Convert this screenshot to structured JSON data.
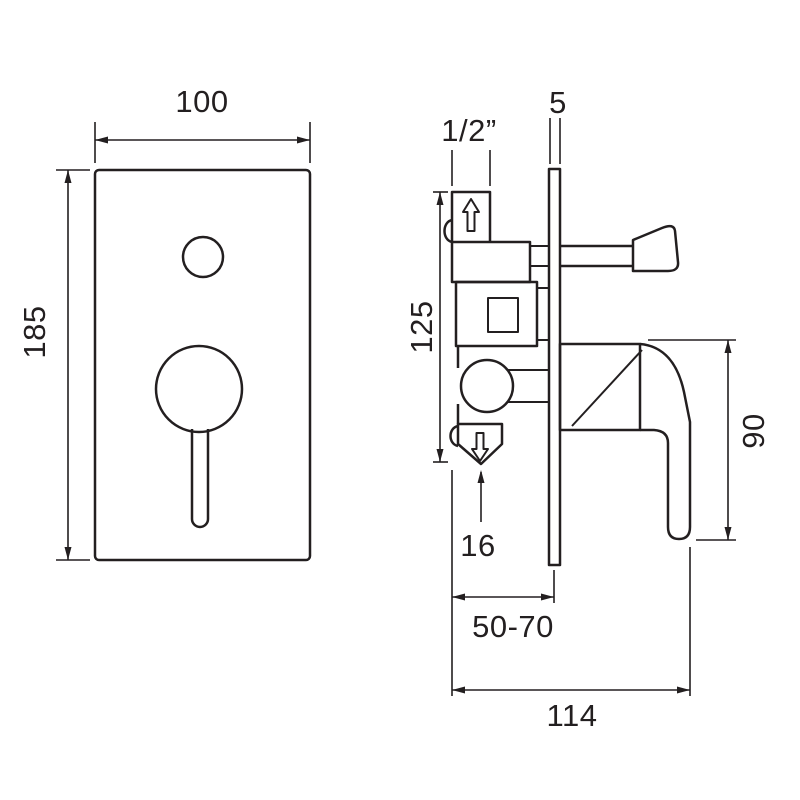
{
  "colors": {
    "line": "#231f20",
    "background": "#ffffff"
  },
  "front_view": {
    "width": "100",
    "height": "185"
  },
  "side_view": {
    "thread": "1/2”",
    "plate_thickness": "5",
    "body_height": "125",
    "outlet_offset": "16",
    "recess_depth": "50-70",
    "handle_length": "90",
    "total_depth": "114"
  }
}
